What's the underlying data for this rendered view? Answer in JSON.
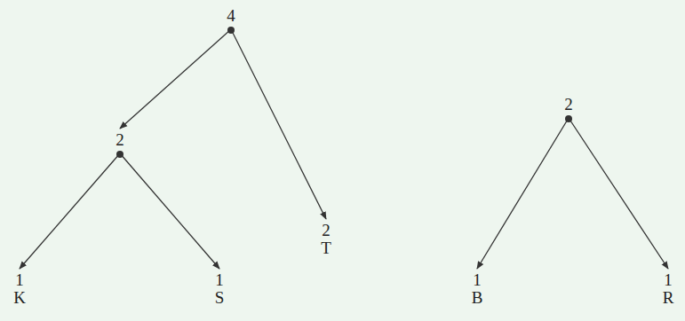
{
  "diagram": {
    "nodes": [
      {
        "text": [
          "4"
        ]
      },
      {
        "text": [
          "2"
        ]
      },
      {
        "text": [
          "2",
          "T"
        ]
      },
      {
        "text": [
          "2"
        ]
      },
      {
        "text": [
          "1",
          "K"
        ]
      },
      {
        "text": [
          "1",
          "S"
        ]
      },
      {
        "text": [
          "1",
          "B"
        ]
      },
      {
        "text": [
          "1",
          "R"
        ]
      }
    ],
    "edges": [
      {
        "from": 0,
        "to": 1,
        "arrow": "to"
      },
      {
        "from": 0,
        "to": 2,
        "arrow": "to"
      },
      {
        "from": 1,
        "to": 4,
        "arrow": "to"
      },
      {
        "from": 1,
        "to": 5,
        "arrow": "to"
      },
      {
        "from": 3,
        "to": 6,
        "arrow": "to"
      },
      {
        "from": 3,
        "to": 7,
        "arrow": "to"
      }
    ]
  }
}
